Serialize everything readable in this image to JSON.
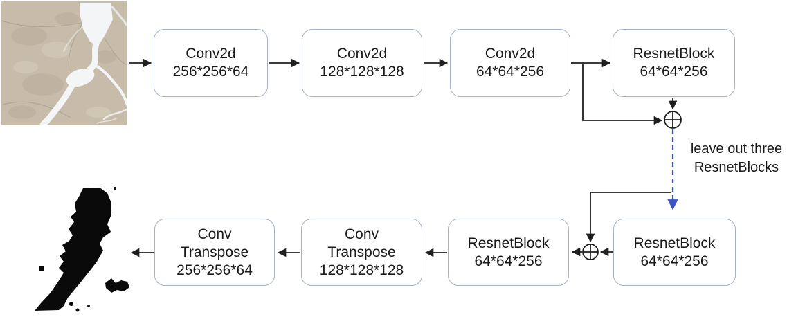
{
  "figure": {
    "input_image": {
      "label": "aerial-terrain-image-with-river"
    },
    "output_image": {
      "label": "binary-river-segmentation-mask"
    },
    "encoder": [
      {
        "lines": [
          "Conv2d",
          "256*256*64"
        ]
      },
      {
        "lines": [
          "Conv2d",
          "128*128*128"
        ]
      },
      {
        "lines": [
          "Conv2d",
          "64*64*256"
        ]
      },
      {
        "lines": [
          "ResnetBlock",
          "64*64*256"
        ]
      }
    ],
    "decoder": [
      {
        "lines": [
          "Conv",
          "Transpose",
          "256*256*64"
        ]
      },
      {
        "lines": [
          "Conv",
          "Transpose",
          "128*128*128"
        ]
      },
      {
        "lines": [
          "ResnetBlock",
          "64*64*256"
        ]
      },
      {
        "lines": [
          "ResnetBlock",
          "64*64*256"
        ]
      }
    ],
    "annotation": {
      "line1": "leave out three",
      "line2": "ResnetBlocks"
    },
    "operators": {
      "sum1": "add-junction",
      "sum2": "add-junction"
    },
    "colors": {
      "box_border": "#a7b0ca",
      "arrow": "#1f1f1f",
      "dashed_skip": "#3a55c2",
      "text": "#1a1a1a",
      "terrain": "#c7bcaa",
      "river": "#f3f5f7",
      "mask": "#0a0a0a"
    }
  }
}
